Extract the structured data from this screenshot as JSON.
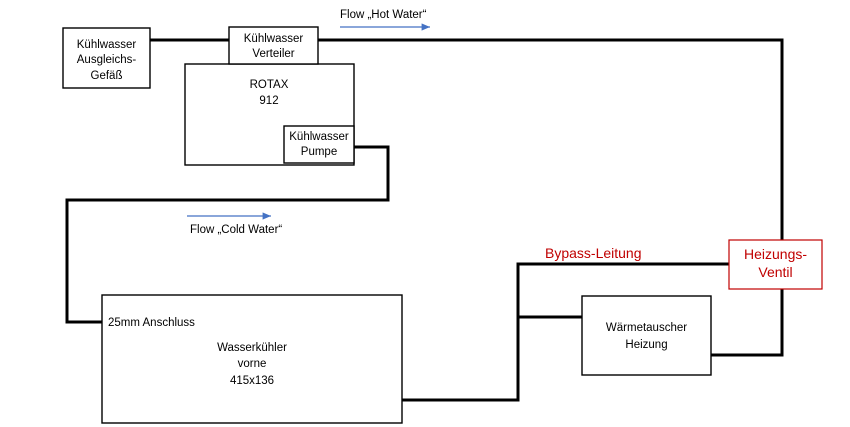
{
  "components": {
    "ausgleichsgefaess": [
      "Kühlwasser",
      "Ausgleichs-",
      "Gefäß"
    ],
    "verteiler": [
      "Kühlwasser",
      "Verteiler"
    ],
    "rotax": [
      "ROTAX",
      "912"
    ],
    "pumpe": [
      "Kühlwasser",
      "Pumpe"
    ],
    "wasserkuehler": [
      "Wasserkühler",
      "vorne",
      "415x136"
    ],
    "waermetauscher": [
      "Wärmetauscher",
      "Heizung"
    ],
    "heizungsventil": [
      "Heizungs-",
      "Ventil"
    ]
  },
  "labels": {
    "flow_hot": "Flow „Hot Water“",
    "flow_cold": "Flow „Cold Water“",
    "anschluss": "25mm Anschluss",
    "bypass": "Bypass-Leitung"
  },
  "colors": {
    "pipe": "#000000",
    "flow_arrow": "#4472c4",
    "accent_red": "#c00000"
  }
}
